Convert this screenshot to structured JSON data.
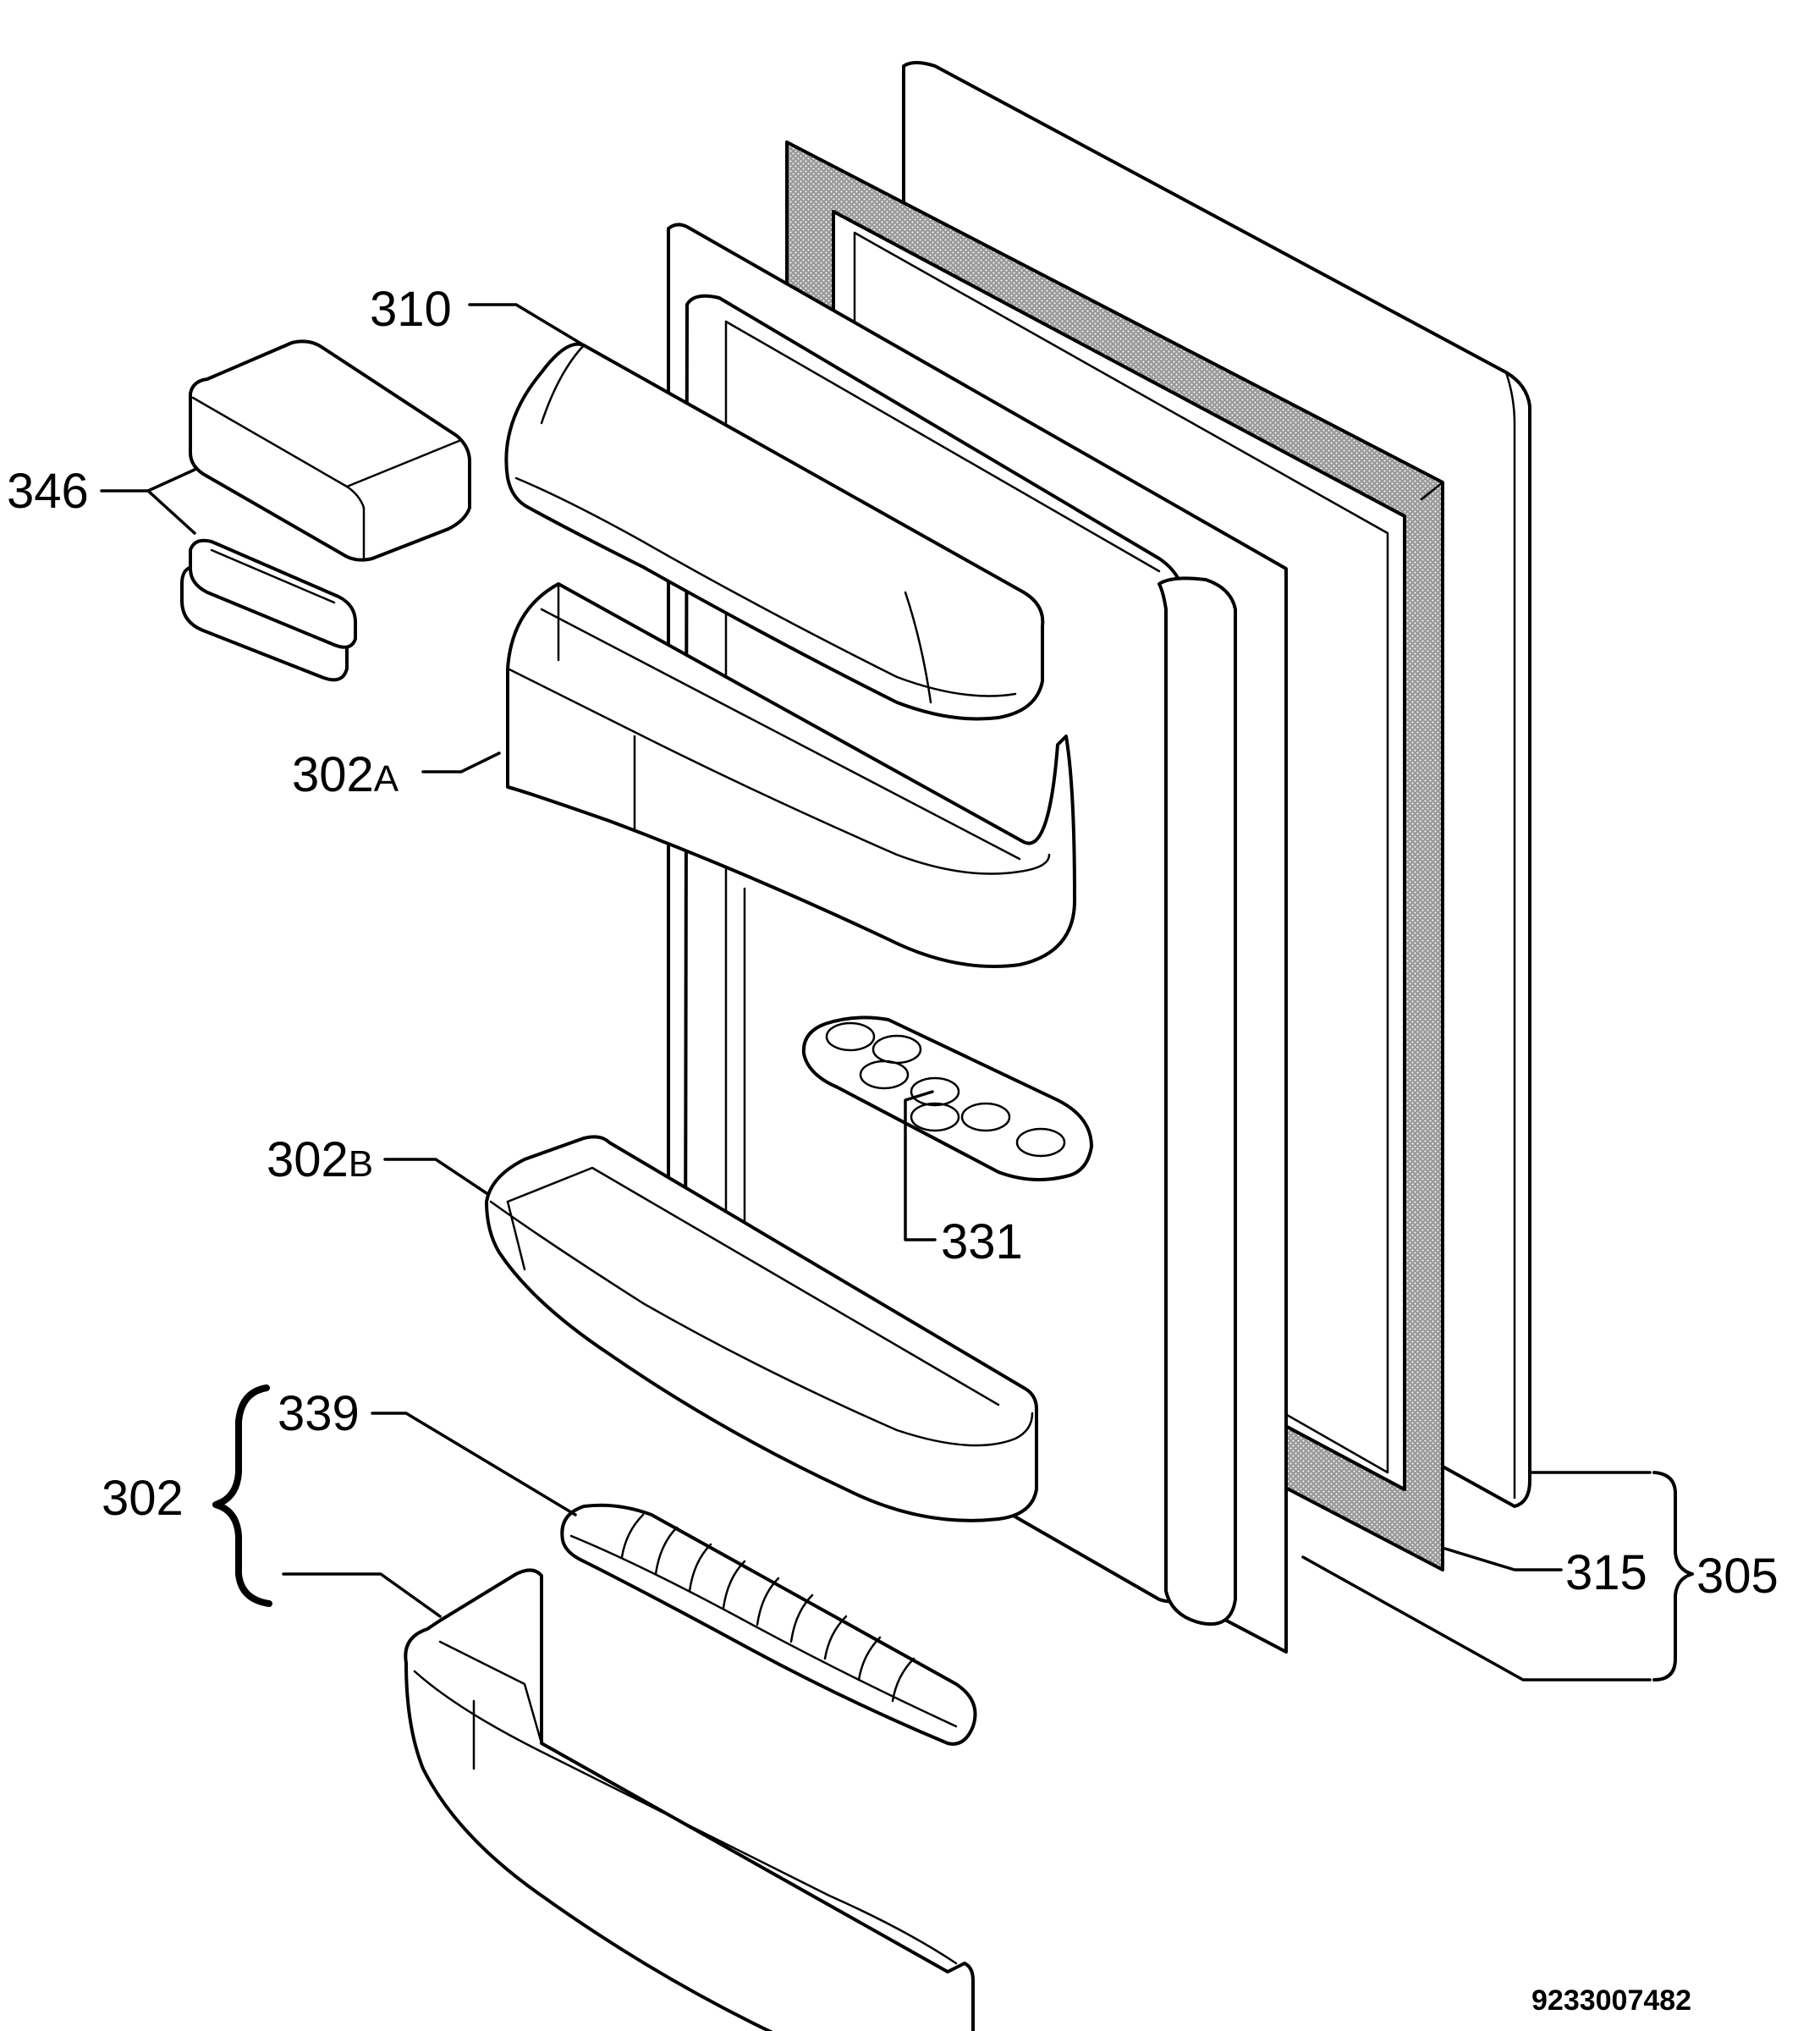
{
  "drawing_code": "9233007482",
  "callouts": {
    "c310": "310",
    "c346": "346",
    "c302A_num": "302",
    "c302A_suffix": "A",
    "c302B_num": "302",
    "c302B_suffix": "B",
    "c331": "331",
    "c302": "302",
    "c339": "339",
    "c315": "315",
    "c305": "305"
  }
}
